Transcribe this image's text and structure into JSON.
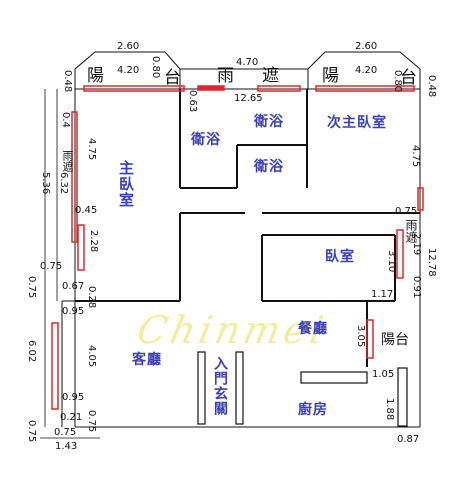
{
  "watermark": "Chinmei",
  "rooms": {
    "balcony_top_left": [
      "陽",
      "台"
    ],
    "rain_shelter_top": [
      "雨",
      "遮"
    ],
    "balcony_top_right": [
      "陽",
      "台"
    ],
    "master_bedroom": "主臥室",
    "bath_1": "衛浴",
    "bath_2": "衛浴",
    "bath_3": "衛浴",
    "second_master": "次主臥室",
    "bedroom": "臥室",
    "living_room": "客廳",
    "dining_room": "餐廳",
    "entrance": "入門玄關",
    "kitchen": "廚房",
    "balcony_right": "陽台",
    "rain_shelter_right": "雨遮",
    "rain_shelter_left": "雨遮"
  },
  "dims": {
    "top_left_width": "2.60",
    "top_left_inner": "4.20",
    "top_center": "4.70",
    "top_right_width": "2.60",
    "top_right_inner": "4.20",
    "left_048": "0.48",
    "left_080": "0.80",
    "gap_063": "0.63",
    "center_1265": "12.65",
    "right_080": "0.80",
    "right_048": "0.48",
    "left_04": "0.4",
    "master_475": "4.75",
    "left_536": "5.36",
    "left_632": "6.32",
    "left_045": "0.45",
    "left_228": "2.28",
    "right_475": "4.75",
    "right_075": "0.75",
    "right_310": "3.10",
    "right_219": "2.19",
    "right_1278": "12.78",
    "right_091": "0.91",
    "right_117": "1.17",
    "left_075a": "0.75",
    "left_067": "0.67",
    "left_075b": "0.75",
    "left_028": "0.28",
    "left_095a": "0.95",
    "left_602": "6.02",
    "living_405": "4.05",
    "left_095b": "0.95",
    "left_021": "0.21",
    "left_075c": "0.75",
    "bottom_075": "0.75",
    "bottom_075b": "0.75",
    "bottom_143": "1.43",
    "dining_305": "3.05",
    "kitchen_105": "1.05",
    "kitchen_188": "1.88",
    "bottom_087": "0.87"
  },
  "colors": {
    "wall": "#111111",
    "window": "#e0262b",
    "room_text": "#3a3fb8",
    "watermark": "#f1ee9a"
  }
}
